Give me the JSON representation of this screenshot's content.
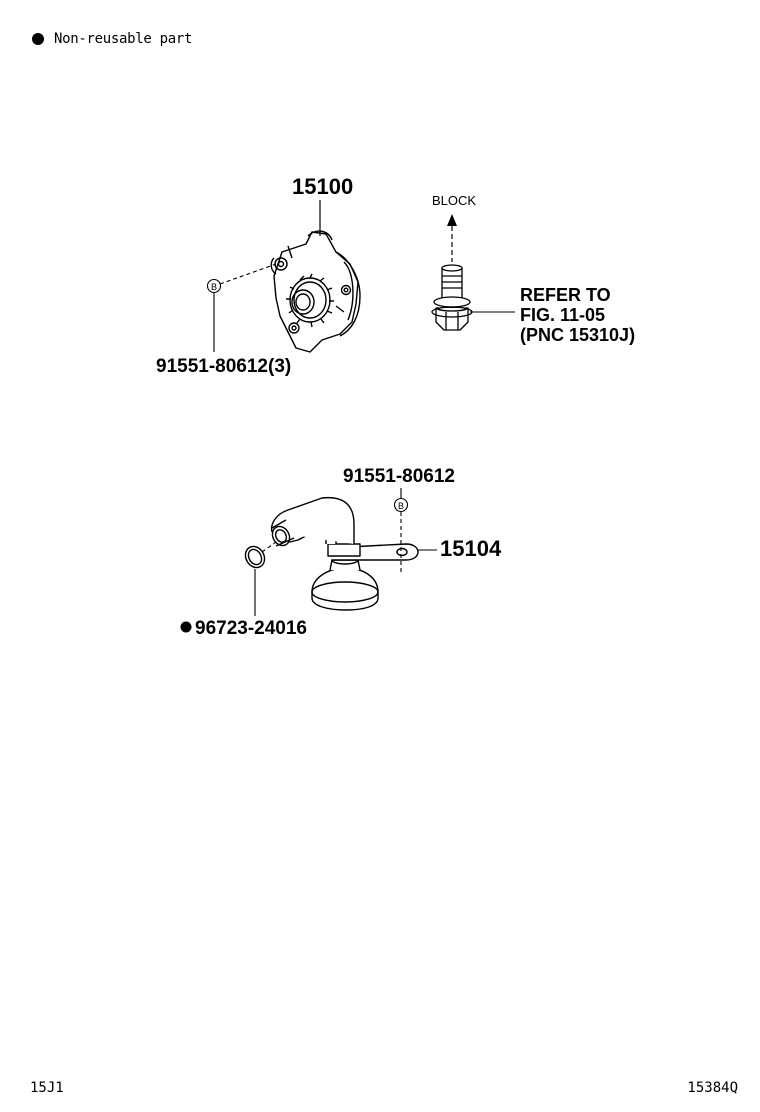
{
  "legend": {
    "marker": "filled-circle",
    "text": "Non-reusable part"
  },
  "parts": {
    "pump": {
      "number": "15100"
    },
    "pump_bolt": {
      "number": "91551-80612(3)",
      "mark": "B"
    },
    "block": {
      "label": "BLOCK"
    },
    "refer": {
      "line1": "REFER TO",
      "line2": "FIG. 11-05",
      "line3": "(PNC 15310J)"
    },
    "strainer_bolt": {
      "number": "91551-80612",
      "mark": "B"
    },
    "strainer": {
      "number": "15104"
    },
    "oring": {
      "number": "96723-24016",
      "non_reusable": true
    }
  },
  "footer": {
    "left": "15J1",
    "right": "15384Q"
  }
}
